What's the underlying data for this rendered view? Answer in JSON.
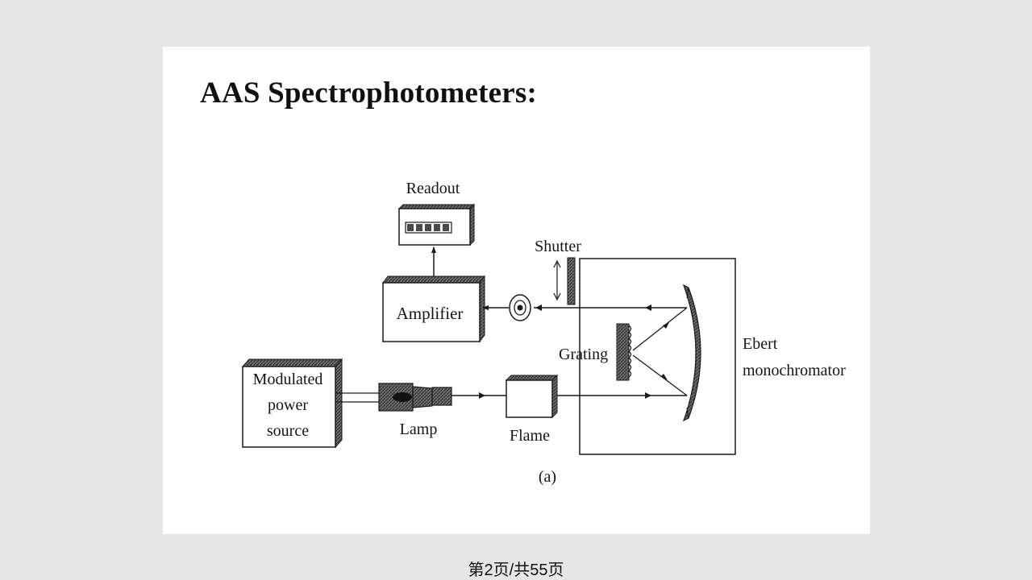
{
  "slide": {
    "title": "AAS Spectrophotometers:"
  },
  "diagram": {
    "labels": {
      "readout": "Readout",
      "shutter": "Shutter",
      "amplifier": "Amplifier",
      "grating": "Grating",
      "ebert_line1": "Ebert",
      "ebert_line2": "monochromator",
      "modulated_line1": "Modulated",
      "modulated_line2": "power",
      "modulated_line3": "source",
      "lamp": "Lamp",
      "flame": "Flame",
      "caption": "(a)"
    }
  },
  "footer": {
    "page_indicator": "第2页/共55页"
  }
}
